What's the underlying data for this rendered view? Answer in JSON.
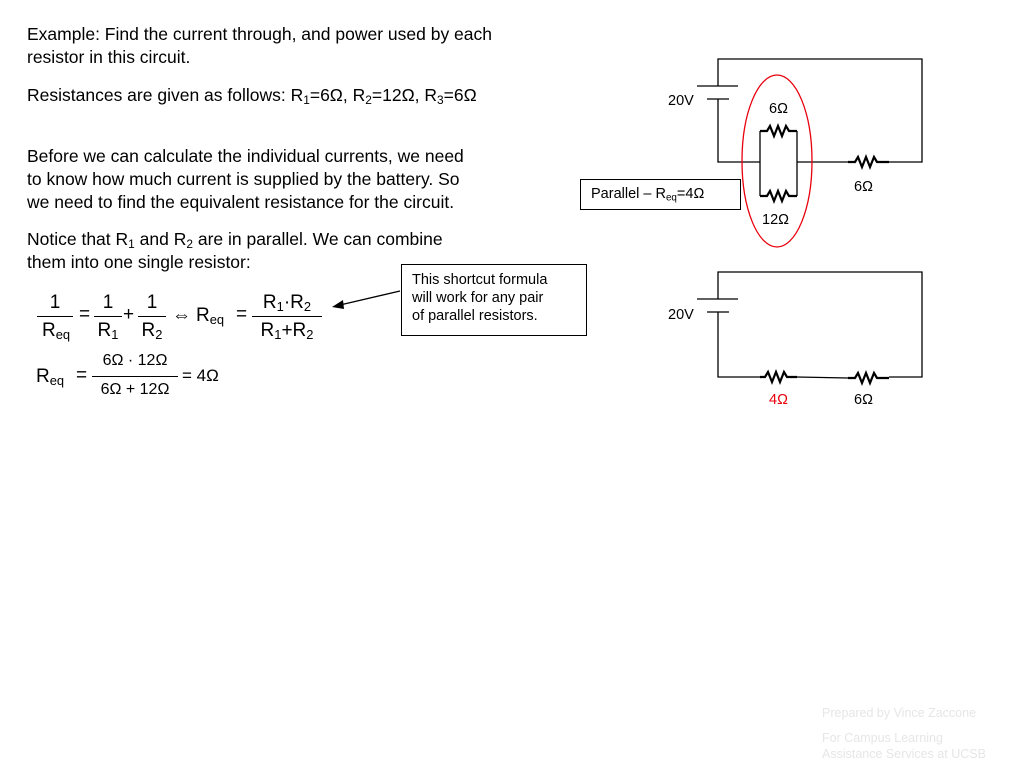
{
  "text": {
    "line1": "Example:  Find the current through, and power used by each",
    "line2": "resistor in this circuit.",
    "resist_prefix": "Resistances are given as follows:  ",
    "r1_label": "R",
    "r1_sub": "1",
    "r1_val": "=6Ω, ",
    "r2_label": "R",
    "r2_sub": "2",
    "r2_val": "=12Ω, ",
    "r3_label": "R",
    "r3_sub": "3",
    "r3_val": "=6Ω",
    "para1_l1": "Before we can calculate the individual currents, we need",
    "para1_l2": "to know how much current is supplied by the battery.  So",
    "para1_l3": "we need to find the equivalent resistance for the circuit.",
    "para2_l1a": "Notice that R",
    "para2_s1": "1",
    "para2_l1b": " and R",
    "para2_s2": "2",
    "para2_l1c": " are in parallel.  We can combine",
    "para2_l2": "them into one single resistor:"
  },
  "callout": {
    "l1": "This shortcut formula",
    "l2": "will work for any pair",
    "l3": "of parallel resistors."
  },
  "formula": {
    "one": "1",
    "r": "R",
    "eq": "eq",
    "s1": "1",
    "s2": "2",
    "equals": "=",
    "plus": "+",
    "iff": "⇔",
    "dot": "·",
    "num2": "6Ω · 12Ω",
    "den2": "6Ω + 12Ω",
    "result": "= 4Ω"
  },
  "circuit_top": {
    "battery": "20V",
    "r1": "6Ω",
    "r2": "12Ω",
    "r3": "6Ω",
    "parallel_label": "Parallel – R",
    "parallel_sub": "eq",
    "parallel_val": "=4Ω",
    "highlight_color": "#e8000d"
  },
  "circuit_bottom": {
    "battery": "20V",
    "req": "4Ω",
    "r3": "6Ω",
    "req_color": "#e8000d"
  },
  "footer": {
    "l1": "Prepared by Vince Zaccone",
    "l2": "For Campus Learning",
    "l3": "Assistance Services at UCSB"
  }
}
